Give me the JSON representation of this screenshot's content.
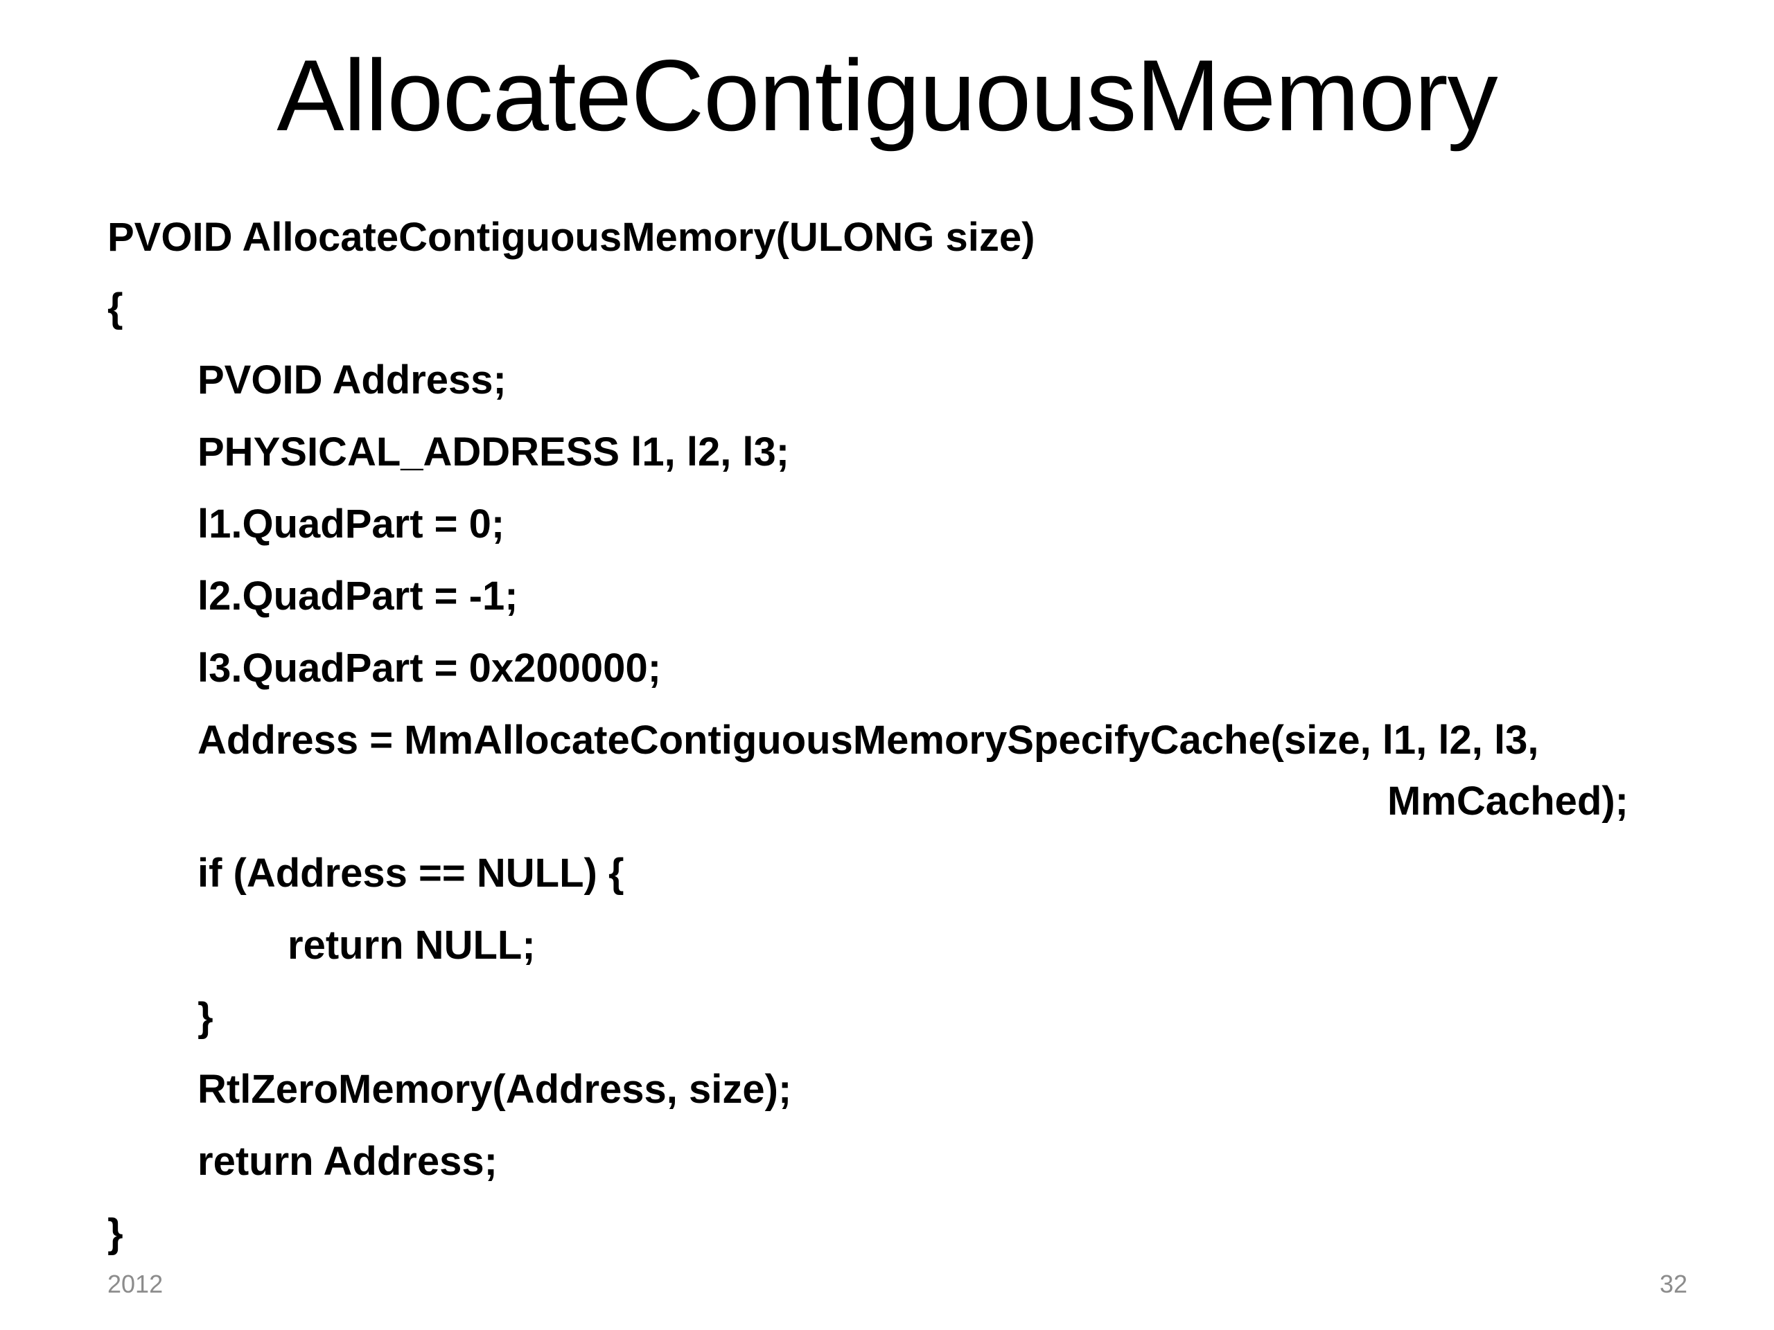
{
  "slide": {
    "title": "AllocateContiguousMemory",
    "code": [
      "PVOID AllocateContiguousMemory(ULONG size)",
      "{",
      "PVOID Address;",
      "PHYSICAL_ADDRESS l1, l2, l3;",
      "l1.QuadPart = 0;",
      "l2.QuadPart = -1;",
      "l3.QuadPart = 0x200000;",
      "Address = MmAllocateContiguousMemorySpecifyCache(size, l1, l2, l3,",
      "MmCached);",
      "if (Address == NULL) {",
      "return NULL;",
      "}",
      "RtlZeroMemory(Address, size);",
      "return Address;",
      "}"
    ],
    "footer_left": "2012",
    "footer_right": "32"
  }
}
